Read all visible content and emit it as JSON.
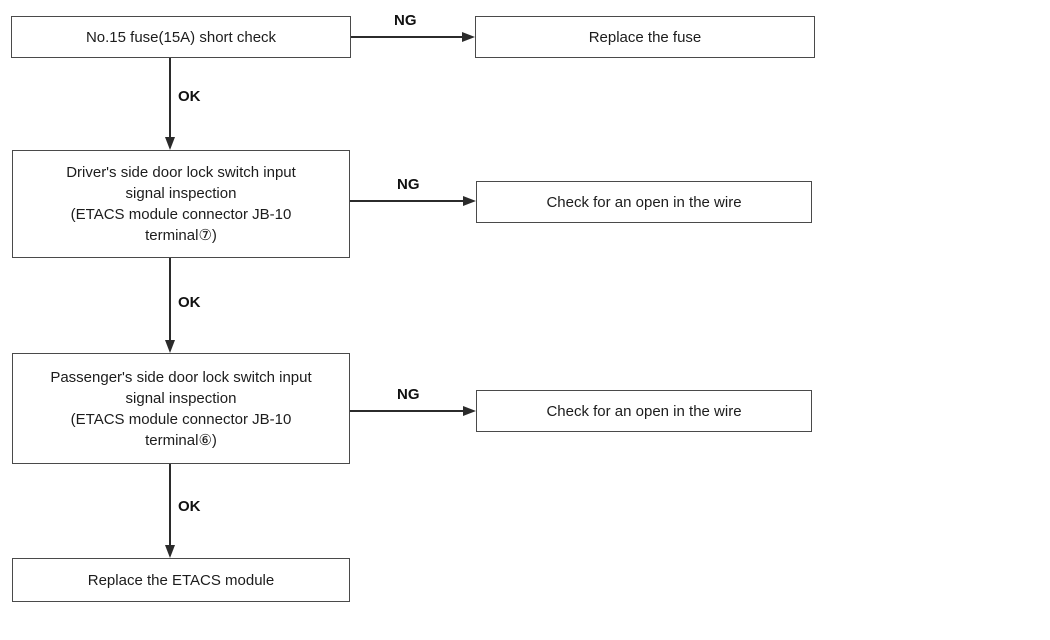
{
  "flowchart": {
    "nodes": {
      "fuse_check": {
        "label": "No.15 fuse(15A) short check"
      },
      "replace_fuse": {
        "label": "Replace the fuse"
      },
      "driver_inspection": {
        "label": "Driver's side door lock switch input\nsignal inspection\n(ETACS module connector JB-10\nterminal⑦)"
      },
      "check_wire_driver": {
        "label": "Check for an open in the wire"
      },
      "passenger_inspection": {
        "label": "Passenger's side door lock switch input\nsignal inspection\n(ETACS module connector JB-10\nterminal⑥)"
      },
      "check_wire_passenger": {
        "label": "Check for an open in the wire"
      },
      "replace_etacs_module": {
        "label": "Replace the ETACS module"
      }
    },
    "edge_labels": {
      "ok": "OK",
      "ng": "NG"
    },
    "colors": {
      "box_border": "#4a4a4a",
      "line": "#2b2b2b",
      "text": "#1c1c1c",
      "background": "#ffffff"
    }
  }
}
